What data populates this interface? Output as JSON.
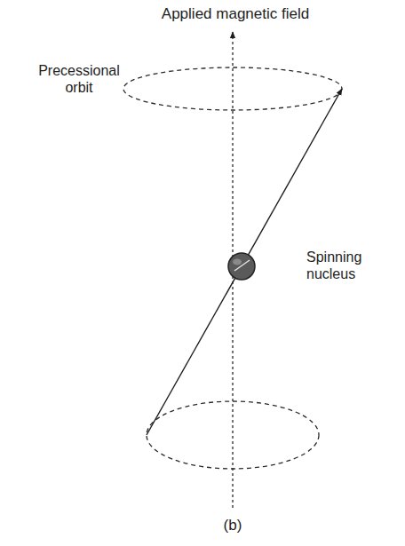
{
  "diagram": {
    "caption": "(b)",
    "labels": [
      "Applied magnetic field",
      "Precessional orbit",
      "Spinning nucleus"
    ]
  }
}
